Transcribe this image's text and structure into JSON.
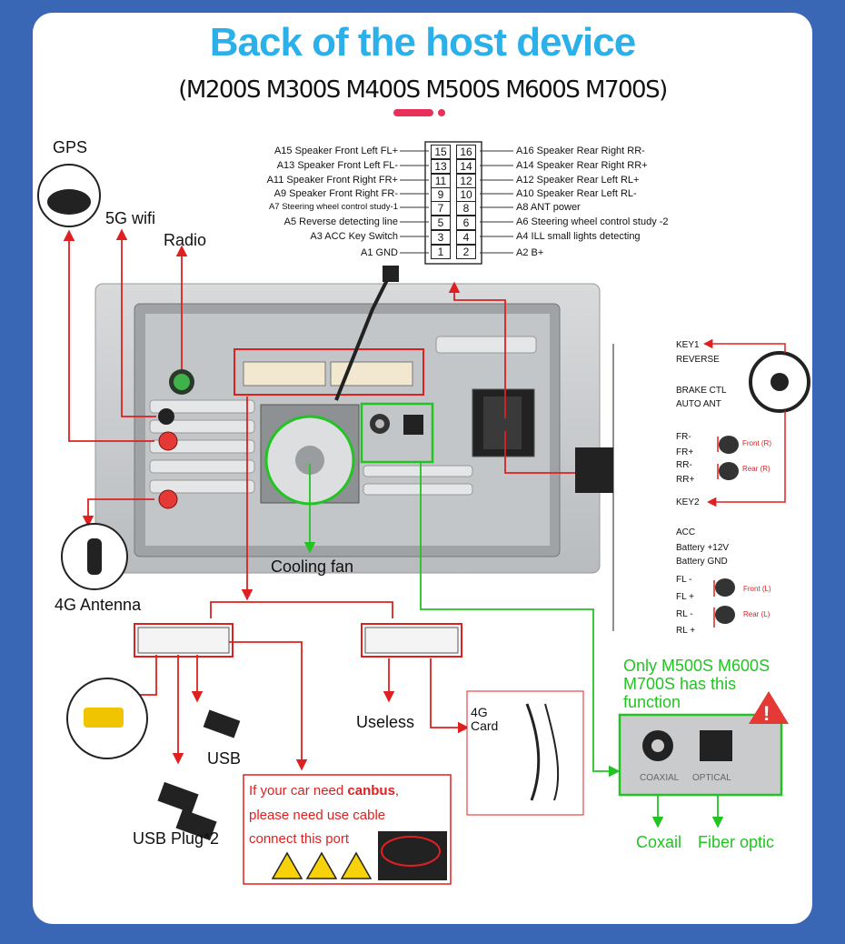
{
  "header": {
    "title": "Back of the host device",
    "subtitle": "(M200S M300S M400S M500S M600S M700S)"
  },
  "pins_left": [
    {
      "label": "A15  Speaker Front Left FL+",
      "num": "15"
    },
    {
      "label": "A13  Speaker Front Left FL-",
      "num": "13"
    },
    {
      "label": "A11  Speaker Front Right FR+",
      "num": "11"
    },
    {
      "label": "A9    Speaker Front Right FR-",
      "num": "9"
    },
    {
      "label": "A7   Steering wheel control study-1",
      "num": "7"
    },
    {
      "label": "A5   Reverse detecting line",
      "num": "5"
    },
    {
      "label": "A3 ACC Key Switch",
      "num": "3"
    },
    {
      "label": "A1 GND",
      "num": "1"
    }
  ],
  "pins_right": [
    {
      "label": "A16 Speaker Rear Right RR-",
      "num": "16"
    },
    {
      "label": "A14 Speaker Rear Right RR+",
      "num": "14"
    },
    {
      "label": "A12 Speaker Rear Left RL+",
      "num": "12"
    },
    {
      "label": "A10 Speaker Rear Left RL-",
      "num": "10"
    },
    {
      "label": "A8   ANT power",
      "num": "8"
    },
    {
      "label": "A6   Steering wheel control study -2",
      "num": "6"
    },
    {
      "label": "A4   ILL small lights detecting",
      "num": "4"
    },
    {
      "label": "A2   B+",
      "num": "2"
    }
  ],
  "labels": {
    "gps": "GPS",
    "wifi": "5G wifi",
    "radio": "Radio",
    "antenna": "4G Antenna",
    "fan": "Cooling fan",
    "usb": "USB",
    "usb_plug": "USB Plug*2",
    "useless": "Useless",
    "card": "4G\nCard",
    "canbus_1": "If your car need ",
    "canbus_bold": "canbus",
    "canbus_2": "please need use cable",
    "canbus_3": "connect this port",
    "only_models": "Only M500S M600S M700S has this function",
    "coaxial": "Coxail",
    "fiber": "Fiber optic",
    "coaxial_small": "COAXIAL",
    "optical_small": "OPTICAL"
  },
  "harness": [
    "KEY1",
    "REVERSE",
    "BRAKE CTL",
    "AUTO ANT",
    "FR-",
    "FR+",
    "RR-",
    "RR+",
    "KEY2",
    "ACC",
    "Battery +12V",
    "Battery GND",
    "FL -",
    "FL +",
    "RL -",
    "RL +"
  ],
  "speakers": {
    "front_r": "Front (R)",
    "rear_r": "Rear (R)",
    "front_l": "Front (L)",
    "rear_l": "Rear (L)"
  },
  "colors": {
    "accent": "#2bb0ea",
    "red": "#e02020",
    "green": "#22c422",
    "bg": "#3a67b5"
  }
}
